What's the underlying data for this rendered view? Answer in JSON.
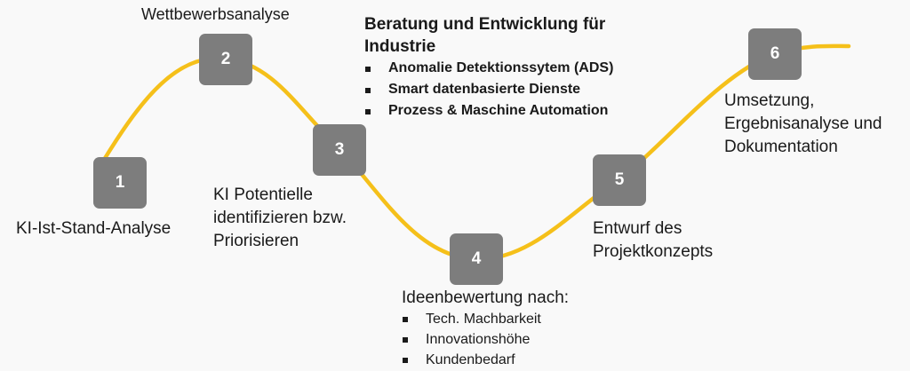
{
  "steps": [
    {
      "number": "1",
      "label": "KI-Ist-Stand-Analyse"
    },
    {
      "number": "2",
      "label": "Wettbewerbsanalyse"
    },
    {
      "number": "3",
      "label_lines": [
        "KI Potentielle",
        "identifizieren bzw.",
        "Priorisieren"
      ]
    },
    {
      "number": "4",
      "label": "Ideenbewertung nach:",
      "bullets": [
        "Tech. Machbarkeit",
        "Innovationshöhe",
        "Kundenbedarf"
      ]
    },
    {
      "number": "5",
      "label_lines": [
        "Entwurf des",
        "Projektkonzepts"
      ]
    },
    {
      "number": "6",
      "label_lines": [
        "Umsetzung,",
        "Ergebnisanalyse und",
        "Dokumentation"
      ]
    }
  ],
  "highlight": {
    "title_lines": [
      "Beratung und Entwicklung für",
      "Industrie"
    ],
    "bullets": [
      "Anomalie Detektionssytem (ADS)",
      "Smart datenbasierte Dienste",
      "Prozess & Maschine Automation"
    ]
  },
  "colors": {
    "curve": "#f5c01a",
    "box": "#7d7d7d",
    "box_text": "#ffffff"
  }
}
